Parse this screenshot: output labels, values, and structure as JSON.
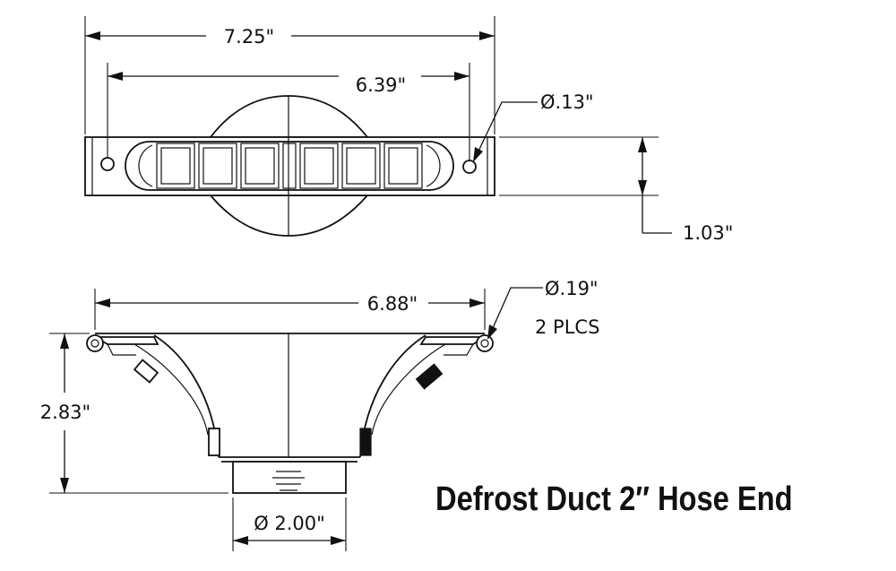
{
  "title": "Defrost Duct 2″ Hose End",
  "dimensions": {
    "overall_length": "7.25\"",
    "hole_spacing": "6.39\"",
    "small_hole_dia": "Ø.13\"",
    "height_top_view": "1.03\"",
    "flange_length": "6.88\"",
    "large_hole_dia": "Ø.19\"",
    "large_hole_qty": "2 PLCS",
    "overall_height": "2.83\"",
    "hose_dia": "Ø 2.00\""
  }
}
